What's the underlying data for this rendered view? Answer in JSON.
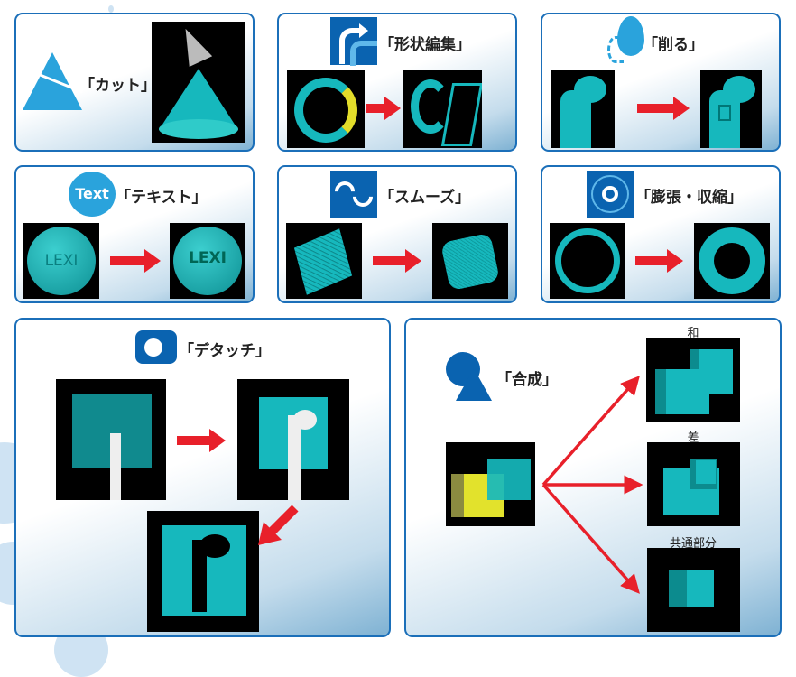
{
  "panels": {
    "cut": {
      "label": "「カット」",
      "icon": "cut-triangle-icon"
    },
    "shape_edit": {
      "label": "「形状編集」",
      "icon": "curved-arrow-icon"
    },
    "carve": {
      "label": "「削る」",
      "icon": "carve-drop-icon"
    },
    "text": {
      "label": "「テキスト」",
      "icon_text": "Text",
      "sample_text": "LEXI"
    },
    "smooth": {
      "label": "「スムーズ」",
      "icon": "smooth-wave-icon"
    },
    "dilate": {
      "label": "「膨張・収縮」",
      "icon": "expand-contract-icon"
    },
    "detach": {
      "label": "「デタッチ」",
      "icon": "detach-icon"
    },
    "boolean": {
      "label": "「合成」",
      "icon": "circle-triangle-icon",
      "results": [
        {
          "label": "和"
        },
        {
          "label": "差"
        },
        {
          "label": "共通部分"
        }
      ]
    }
  },
  "colors": {
    "accent": "#1b6fb9",
    "arrow": "#e8202a",
    "model": "#16b8bd"
  }
}
